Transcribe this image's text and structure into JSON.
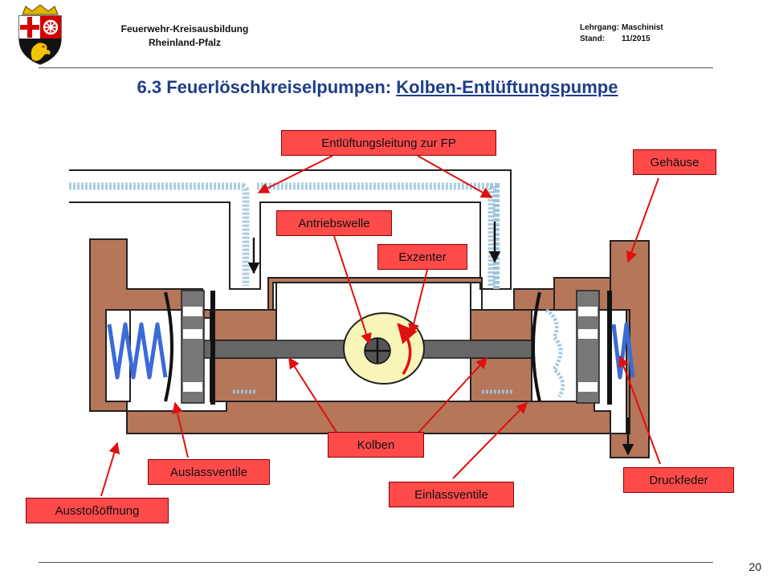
{
  "header": {
    "org_line1": "Feuerwehr-Kreisausbildung",
    "org_line2": "Rheinland-Pfalz",
    "course_key": "Lehrgang:",
    "course_value": "Maschinist",
    "date_key": "Stand:",
    "date_value": "11/2015"
  },
  "title": {
    "prefix": "6.3 Feuerlöschkreiselpumpen: ",
    "link": "Kolben-Entlüftungspumpe"
  },
  "labels": {
    "entlueftungsleitung": "Entlüftungsleitung zur FP",
    "gehaeuse": "Gehäuse",
    "antriebswelle": "Antriebswelle",
    "exzenter": "Exzenter",
    "kolben": "Kolben",
    "auslassventile": "Auslassventile",
    "einlassventile": "Einlassventile",
    "druckfeder": "Druckfeder",
    "ausstossoeffnung": "Ausstoßöffnung"
  },
  "colors": {
    "housing": "#b5765a",
    "label_fill": "#ff4a4a",
    "arrow": "#e01010",
    "eccentric": "#f7f5b8",
    "title": "#1f3d8a",
    "spring": "#3a6bd6"
  },
  "icons": {
    "crest": "rheinland-pfalz-coat-of-arms"
  },
  "page_number": "20"
}
